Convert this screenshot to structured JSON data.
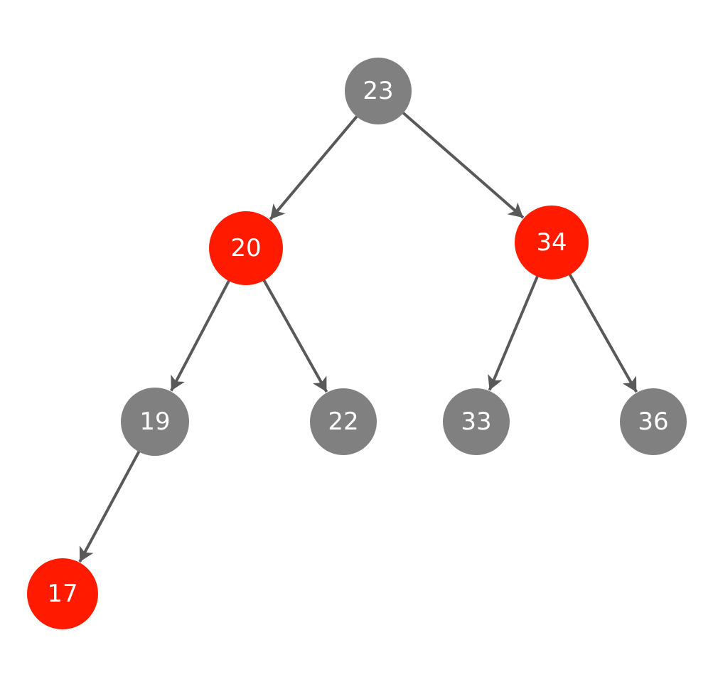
{
  "colors": {
    "black_node": "#808080",
    "red_node": "#ff1a00",
    "edge": "#595959",
    "label": "#ffffff"
  },
  "tree": {
    "nodes": [
      {
        "id": "23",
        "label": "23",
        "color": "black"
      },
      {
        "id": "20",
        "label": "20",
        "color": "red"
      },
      {
        "id": "34",
        "label": "34",
        "color": "red"
      },
      {
        "id": "19",
        "label": "19",
        "color": "black"
      },
      {
        "id": "22",
        "label": "22",
        "color": "black"
      },
      {
        "id": "33",
        "label": "33",
        "color": "black"
      },
      {
        "id": "36",
        "label": "36",
        "color": "black"
      },
      {
        "id": "17",
        "label": "17",
        "color": "red"
      }
    ],
    "edges": [
      {
        "from": "23",
        "to": "20"
      },
      {
        "from": "23",
        "to": "34"
      },
      {
        "from": "20",
        "to": "19"
      },
      {
        "from": "20",
        "to": "22"
      },
      {
        "from": "34",
        "to": "33"
      },
      {
        "from": "34",
        "to": "36"
      },
      {
        "from": "19",
        "to": "17"
      }
    ]
  }
}
